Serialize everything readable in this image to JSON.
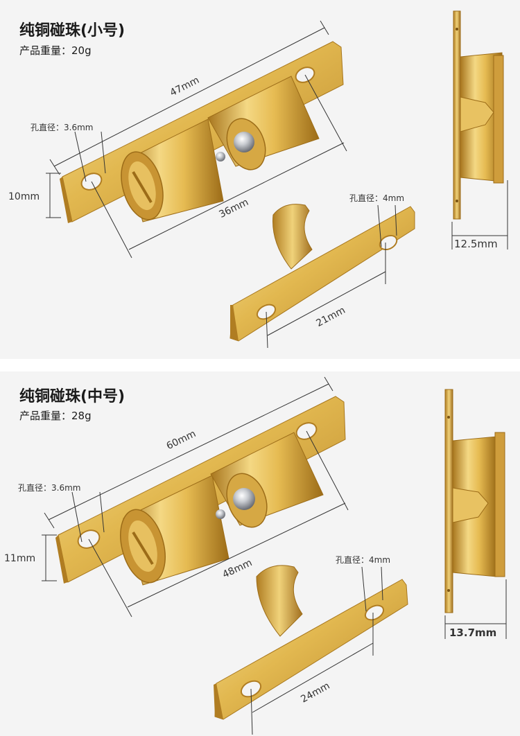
{
  "small": {
    "title": "纯铜碰珠(小号)",
    "weight_label": "产品重量：20g",
    "dims": {
      "length": "47mm",
      "hole_spacing": "36mm",
      "height": "10mm",
      "hole_diameter_main": "孔直径：3.6mm",
      "hole_diameter_plate": "孔直径：4mm",
      "plate_spacing": "21mm",
      "depth": "12.5mm"
    }
  },
  "medium": {
    "title": "纯铜碰珠(中号)",
    "weight_label": "产品重量：28g",
    "dims": {
      "length": "60mm",
      "hole_spacing": "48mm",
      "height": "11mm",
      "hole_diameter_main": "孔直径：3.6mm",
      "hole_diameter_plate": "孔直径：4mm",
      "plate_spacing": "24mm",
      "depth": "13.7mm"
    }
  },
  "colors": {
    "brass_light": "#f3d77a",
    "brass_mid": "#d9a93a",
    "brass_dark": "#a7761c",
    "panel_bg": "#f4f4f4"
  }
}
